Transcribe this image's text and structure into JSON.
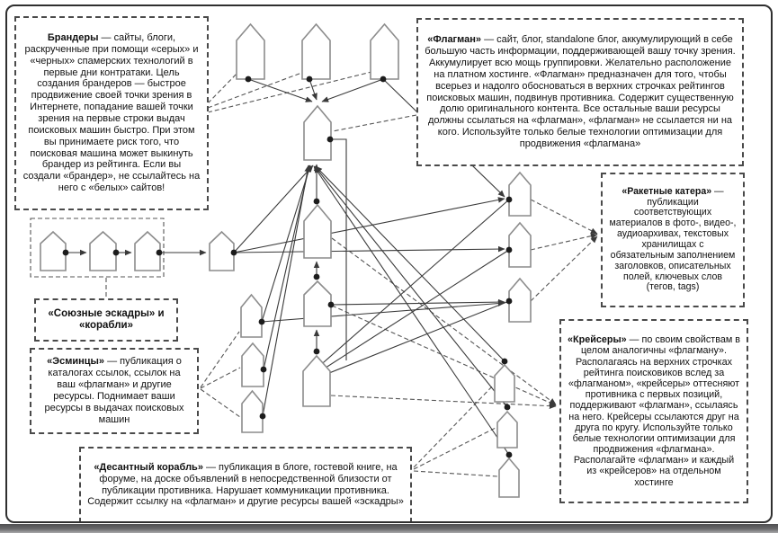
{
  "figure": {
    "background": "#ffffff",
    "border_color": "#2f2f2f",
    "line_color": "#3a3a3a",
    "dashed_pointer_color": "#555555",
    "text_color": "#111111",
    "bottom_bar_colors": [
      "#4e4e50",
      "#a9a9ab"
    ]
  },
  "boxes": {
    "brandery": {
      "title": "Брандеры",
      "body": " — сайты, блоги, раскрученные при помощи «серых» и «черных» спамерских технологий в первые дни контратаки. Цель создания брандеров — быстрое продвижение своей точки зрения в Интернете, попадание вашей точки зрения на первые строки выдач поисковых машин быстро. При этом вы принимаете риск того, что поисковая машина может выкинуть брандер из рейтинга. Если вы создали «брандер», не ссылайтесь на него с «белых» сайтов!"
    },
    "flagman": {
      "title": "«Флагман»",
      "body": " — сайт, блог, standalone блог, аккумулирующий в себе большую часть информации, поддерживающей вашу точку зрения. Аккумулирует всю мощь группировки. Желательно расположение на платном хостинге. «Флагман» предназначен для того, чтобы всерьез и надолго обосноваться в верхних строчках рейтингов поисковых машин, подвинув противника. Содержит существенную долю оригинального контента. Все остальные ваши ресурсы должны ссылаться на «флагман», «флагман» не ссылается ни на кого. Используйте только белые технологии оптимизации для продвижения «флагмана»"
    },
    "rockets": {
      "title": "«Ракетные катера»",
      "body": " — публикации соответствующих материалов в фото-, видео-, аудиоархивах, текстовых хранилищах с обязательным заполнением заголовков, описательных полей, ключевых слов (тегов, tags)"
    },
    "cruisers": {
      "title": "«Крейсеры»",
      "body": " — по своим свойствам в целом аналогичны «флагману». Располагаясь на верхних строчках рейтинга поисковиков вслед за «флагманом», «крейсеры» оттесняют противника с первых позиций, поддерживают «флагман», ссылаясь на него. Крейсеры ссылаются друг на друга по кругу. Используйте только белые технологии оптимизации для продвижения «флагмана». Располагайте «флагман» и каждый из «крейсеров» на отдельном хостинге"
    },
    "squadrons": {
      "title": "«Союзные эскадры» и «корабли»"
    },
    "destroyers": {
      "title": "«Эсминцы»",
      "body": " — публикация о каталогах ссылок, ссылок на ваш «флагман» и другие ресурсы. Поднимает ваши ресурсы в выдачах поисковых машин"
    },
    "landing": {
      "title": "«Десантный корабль»",
      "body": " — публикация в блоге, гостевой книге, на форуме, на доске объявлений в непосредственной близости от публикации противника. Нарушает коммуникации противника. Содержит ссылку на «флагман» и другие ресурсы вашей «эскадры»"
    }
  },
  "diagram": {
    "node_shape": "house-pentagon-site-icon",
    "groups": [
      {
        "name": "branders-row",
        "count": 3
      },
      {
        "name": "flagman-node",
        "count": 1
      },
      {
        "name": "cruisers-column",
        "count": 3
      },
      {
        "name": "allied-squadron-row",
        "count": 4
      },
      {
        "name": "destroyers-column",
        "count": 3
      },
      {
        "name": "rocket-boats-column",
        "count": 3
      },
      {
        "name": "landing-ships-column",
        "count": 3
      }
    ]
  }
}
